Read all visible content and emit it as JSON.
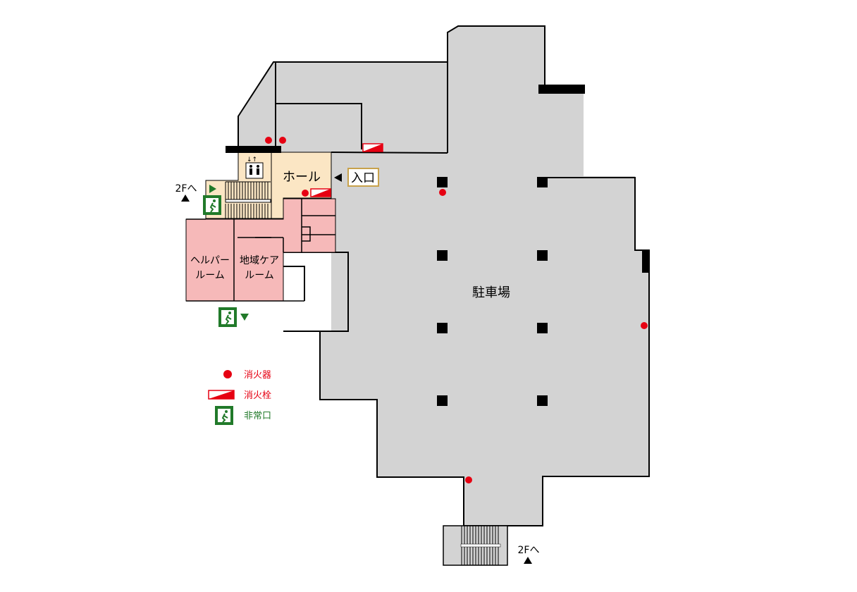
{
  "rooms": {
    "hall": "ホール",
    "helper_room_l1": "ヘルパー",
    "helper_room_l2": "ルーム",
    "care_room_l1": "地域ケア",
    "care_room_l2": "ルーム",
    "parking": "駐車場"
  },
  "entrance": {
    "label": "入口"
  },
  "stairs": {
    "up_left": "2Fへ",
    "up_bottom": "2Fへ"
  },
  "legend": {
    "extinguisher": "消火器",
    "hydrant": "消火栓",
    "emergency_exit": "非常口"
  },
  "colors": {
    "floor": "#d3d3d3",
    "hall": "#fbe6c4",
    "rooms": "#f6b9b9",
    "fire": "#e60012",
    "exit": "#217a2a",
    "entrance_border": "#c8a24c"
  }
}
